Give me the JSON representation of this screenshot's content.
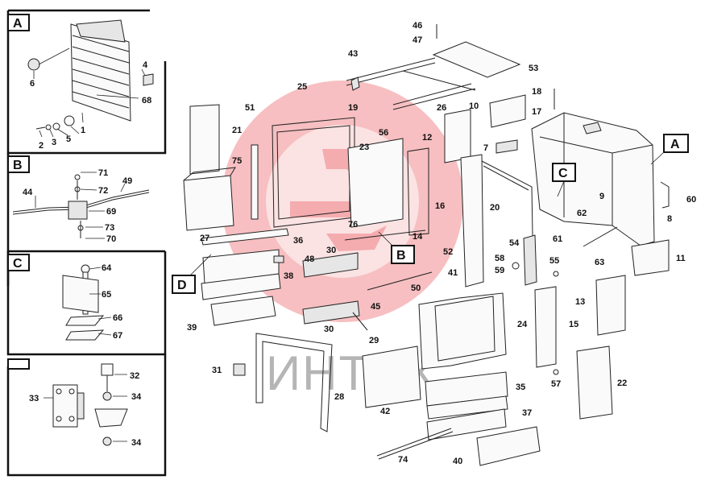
{
  "callout_boxes": {
    "A": "A",
    "B": "B",
    "C": "C",
    "D": "D"
  },
  "part_numbers": [
    "1",
    "2",
    "3",
    "4",
    "5",
    "6",
    "7",
    "8",
    "9",
    "10",
    "11",
    "12",
    "13",
    "14",
    "15",
    "16",
    "17",
    "18",
    "19",
    "20",
    "21",
    "22",
    "23",
    "24",
    "25",
    "26",
    "27",
    "28",
    "29",
    "30",
    "30",
    "31",
    "32",
    "33",
    "34",
    "34",
    "35",
    "36",
    "37",
    "38",
    "39",
    "40",
    "41",
    "42",
    "43",
    "44",
    "45",
    "46",
    "47",
    "48",
    "49",
    "50",
    "51",
    "52",
    "53",
    "54",
    "55",
    "56",
    "57",
    "58",
    "59",
    "60",
    "61",
    "62",
    "63",
    "64",
    "65",
    "66",
    "67",
    "68",
    "69",
    "70",
    "71",
    "72",
    "73",
    "74",
    "75",
    "76"
  ],
  "watermark": "ИНТЕХ",
  "colors": {
    "watermark_red": "#e8474c",
    "line": "#222222"
  }
}
